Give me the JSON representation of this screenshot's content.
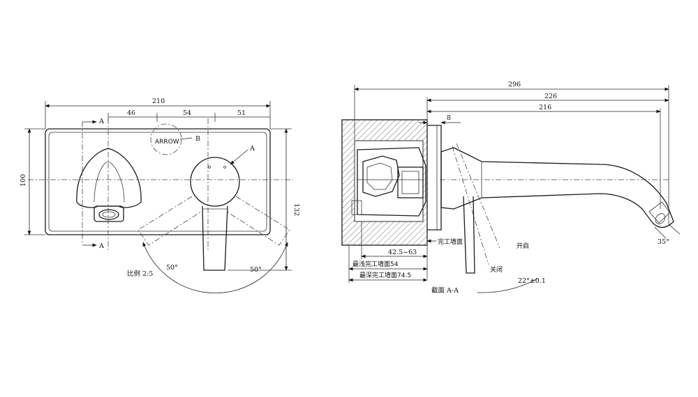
{
  "front_view": {
    "dim_total_width": "210",
    "dim_segment_1": "46",
    "dim_segment_2": "54",
    "dim_segment_3": "51",
    "dim_height_left": "100",
    "dim_height_right": "132",
    "section_mark": "A",
    "detail_mark_b": "B",
    "detail_mark_a": "A",
    "arrow_label": "ARROW",
    "angle_left": "50°",
    "angle_right": "50°",
    "scale_label": "比例  2:5"
  },
  "side_view": {
    "dim_296": "296",
    "dim_226": "226",
    "dim_216": "216",
    "dim_8": "8",
    "dim_range": "42.5~63",
    "finished_wall": "完工墙面",
    "min_finished_wall": "最浅完工墙面54",
    "max_finished_wall": "最深完工墙面74.5",
    "open_label": "开启",
    "close_label": "关闭",
    "angle_handle": "22°±0.1",
    "angle_spout": "35°",
    "section_title": "截面  A-A"
  }
}
